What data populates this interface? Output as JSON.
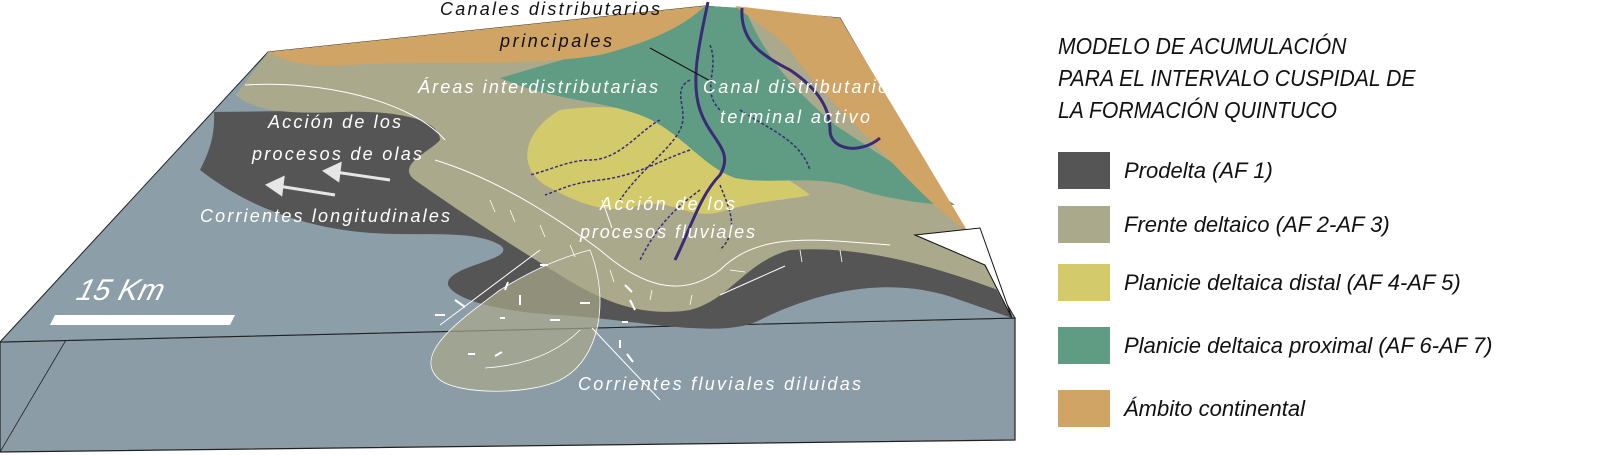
{
  "diagram": {
    "labels": {
      "main_channels": [
        "Canales distributarios",
        "principales"
      ],
      "interdistributary": "Áreas interdistributarias",
      "terminal_channel": [
        "Canal distributario",
        "terminal activo"
      ],
      "wave_action": [
        "Acción de los",
        "procesos de olas"
      ],
      "longshore": "Corrientes longitudinales",
      "fluvial_action": [
        "Acción de los",
        "procesos fluviales"
      ],
      "diluted_currents": "Corrientes fluviales diluidas",
      "scale": "15 Km"
    },
    "colors": {
      "water": "#8c9ea8",
      "water_front": "#8b9ca6",
      "prodelta": "#555555",
      "frente": "#aaa98b",
      "distal": "#d3ca6b",
      "proximal": "#5f9c83",
      "continental": "#cfa465",
      "river": "#3b2a78"
    }
  },
  "legend": {
    "title": [
      "MODELO DE ACUMULACIÓN",
      "PARA EL INTERVALO CUSPIDAL DE",
      "LA FORMACIÓN QUINTUCO"
    ],
    "items": [
      {
        "label": "Prodelta (AF 1)",
        "color": "#555555"
      },
      {
        "label": "Frente deltaico (AF 2-AF 3)",
        "color": "#aaa98b"
      },
      {
        "label": "Planicie deltaica distal (AF 4-AF 5)",
        "color": "#d3ca6b"
      },
      {
        "label": "Planicie deltaica proximal (AF 6-AF 7)",
        "color": "#5f9c83"
      },
      {
        "label": "Ámbito continental",
        "color": "#cfa465"
      }
    ]
  }
}
